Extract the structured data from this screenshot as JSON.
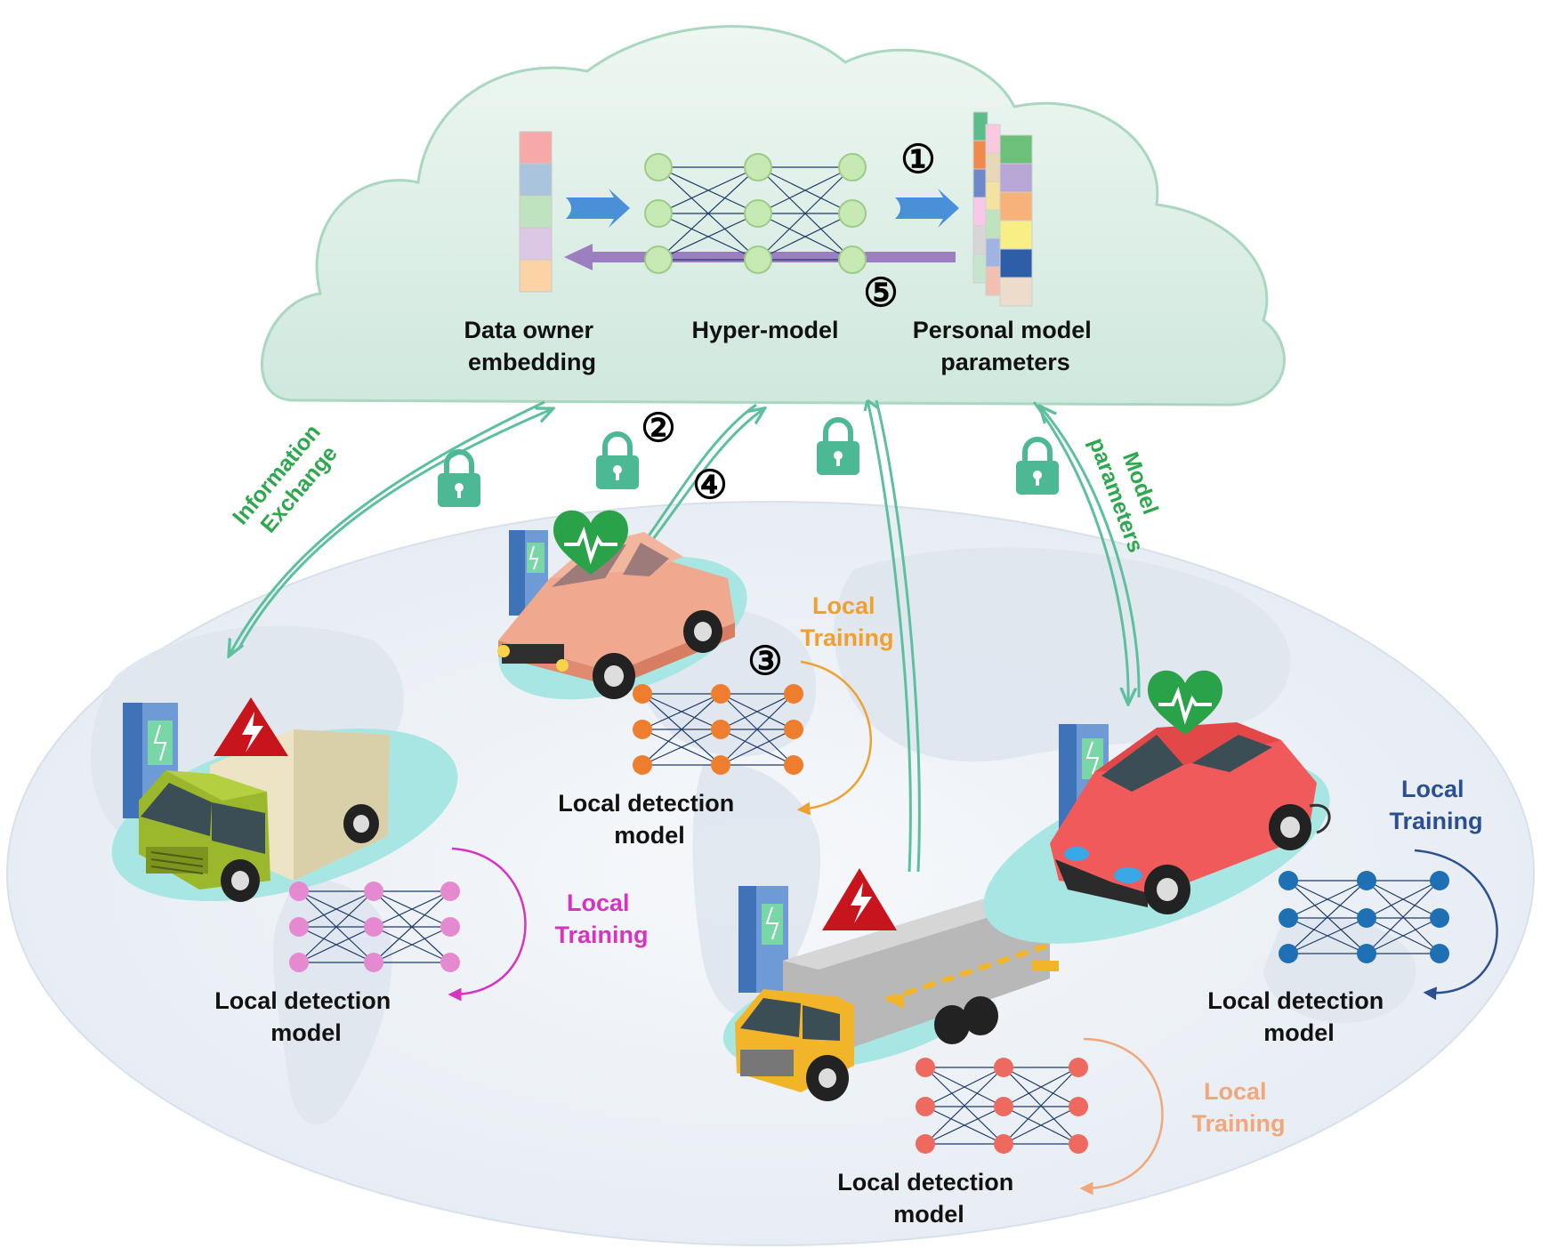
{
  "cloud": {
    "embedding_label": [
      "Data owner",
      "embedding"
    ],
    "hypermodel_label": "Hyper-model",
    "params_label": [
      "Personal model",
      "parameters"
    ],
    "step1": "①",
    "step5": "⑤"
  },
  "links": {
    "info_exchange": [
      "Information",
      "Exchange"
    ],
    "model_parameters": [
      "Model",
      "parameters"
    ],
    "step2": "②",
    "step4": "④"
  },
  "clients": [
    {
      "id": "pink-car",
      "status": "healthy",
      "step": "③",
      "local_training": [
        "Local",
        "Training"
      ],
      "detection_label": [
        "Local detection",
        "model"
      ],
      "node_color": "#ee7d2d",
      "training_color": "#f0a030"
    },
    {
      "id": "green-truck",
      "status": "attacked",
      "local_training": [
        "Local",
        "Training"
      ],
      "detection_label": [
        "Local detection",
        "model"
      ],
      "node_color": "#e58ad0",
      "training_color": "#d633c3"
    },
    {
      "id": "yellow-truck",
      "status": "attacked",
      "local_training": [
        "Local",
        "Training"
      ],
      "detection_label": [
        "Local detection",
        "model"
      ],
      "node_color": "#ee6a5f",
      "training_color": "#f2a77a"
    },
    {
      "id": "red-car",
      "status": "healthy",
      "local_training": [
        "Local",
        "Training"
      ],
      "detection_label": [
        "Local detection",
        "model"
      ],
      "node_color": "#1f6fb5",
      "training_color": "#2b4f94"
    }
  ],
  "colors": {
    "cloud_fill": "#d6ebe3",
    "cloud_stroke": "#a9d7c0",
    "link_green": "#5cc09d",
    "label_green": "#2da84f",
    "lock_green": "#4db894",
    "arrow_blue": "#4a90d9",
    "arrow_purple": "#9b7fc0",
    "heart_green": "#2aa24a",
    "warning_red": "#c8141c"
  }
}
